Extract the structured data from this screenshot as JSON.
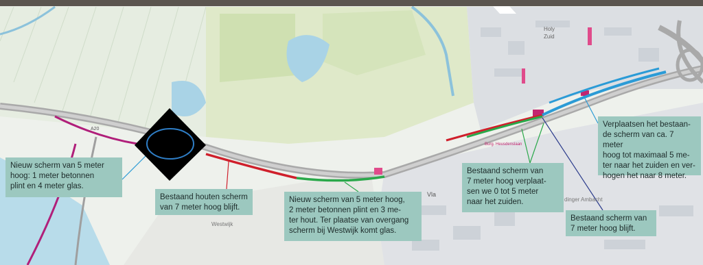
{
  "callouts": {
    "c1": "Nieuw scherm van 5 meter\nhoog: 1 meter betonnen\nplint en 4 meter glas.",
    "c2": "Bestaand houten scherm\nvan 7 meter hoog blijft.",
    "c3": "Nieuw scherm van 5 meter hoog,\n2 meter betonnen plint en 3 me-\nter hout. Ter plaatse van overgang\nscherm bij Westwijk komt glas.",
    "c4": "Bestaand scherm van\n7 meter hoog verplaat-\nsen we 0 tot 5 meter\nnaar het zuiden.",
    "c5": "Verplaatsen het bestaan-\nde scherm van ca. 7 meter\nhoog tot maximaal 5 me-\nter naar het zuiden en ver-\nhogen het naar 8 meter.",
    "c6": "Bestaand scherm van\n7 meter hoog blijft."
  },
  "map_labels": {
    "road_a20": "A20",
    "westwijk": "Westwijk",
    "holy_zuid_1": "Holy",
    "holy_zuid_2": "Zuid",
    "burg_heusdenslaan": "Burg. Heusdenslaan",
    "vla": "Vla",
    "ambacht": "dinger Ambacht"
  },
  "colors": {
    "existing_screen": "#cf1f2b",
    "new_screen_green": "#2aa84a",
    "screen_blue": "#2b9bd6",
    "highway": "#a9a9a9",
    "callout_bg": "#9cc8bf",
    "magenta_road": "#b01f7a"
  }
}
